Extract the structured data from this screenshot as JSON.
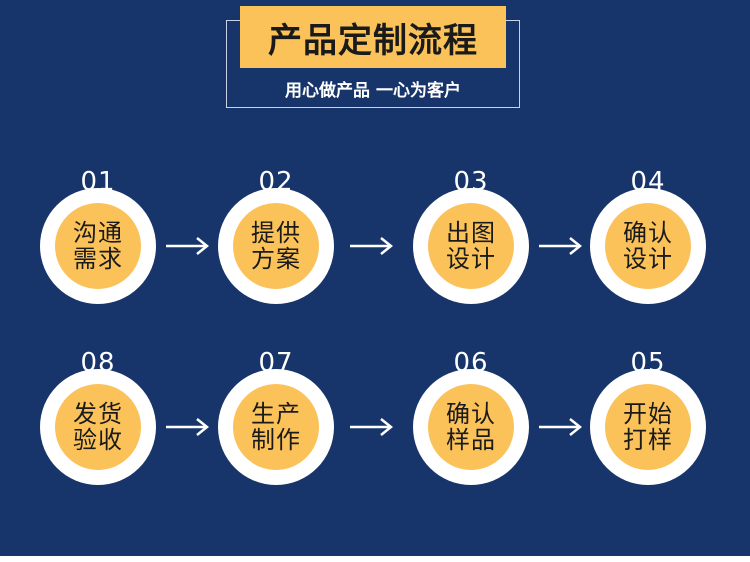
{
  "header": {
    "title": "产品定制流程",
    "subtitle": "用心做产品 一心为客户"
  },
  "steps": [
    {
      "num": "01",
      "line1": "沟通",
      "line2": "需求"
    },
    {
      "num": "02",
      "line1": "提供",
      "line2": "方案"
    },
    {
      "num": "03",
      "line1": "出图",
      "line2": "设计"
    },
    {
      "num": "04",
      "line1": "确认",
      "line2": "设计"
    },
    {
      "num": "08",
      "line1": "发货",
      "line2": "验收"
    },
    {
      "num": "07",
      "line1": "生产",
      "line2": "制作"
    },
    {
      "num": "06",
      "line1": "确认",
      "line2": "样品"
    },
    {
      "num": "05",
      "line1": "开始",
      "line2": "打样"
    }
  ],
  "colors": {
    "background": "#17356a",
    "accent": "#fbc25a",
    "ring": "#ffffff",
    "arrow": "#ffffff"
  },
  "icons": {
    "arrow": "right-arrow-icon"
  }
}
